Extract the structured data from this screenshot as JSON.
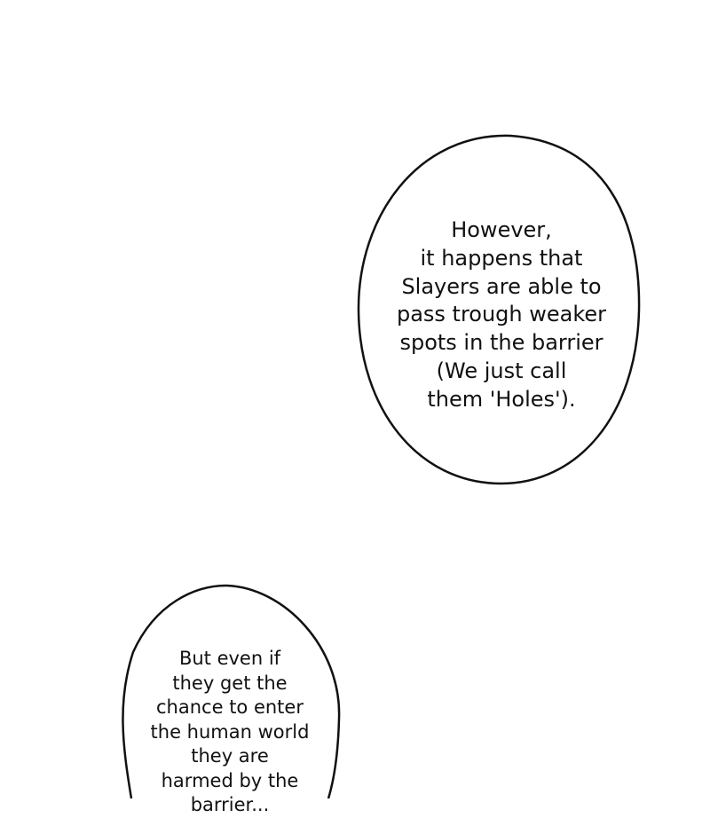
{
  "bubbles": [
    {
      "lines": [
        "However,",
        "it happens that",
        "Slayers are able to",
        "pass trough weaker",
        "spots in the barrier",
        "(We just call",
        "them 'Holes')."
      ]
    },
    {
      "lines": [
        "But even if",
        "they get the",
        "chance to enter",
        "the human world",
        "they are",
        "harmed by the",
        "barrier..."
      ]
    }
  ]
}
